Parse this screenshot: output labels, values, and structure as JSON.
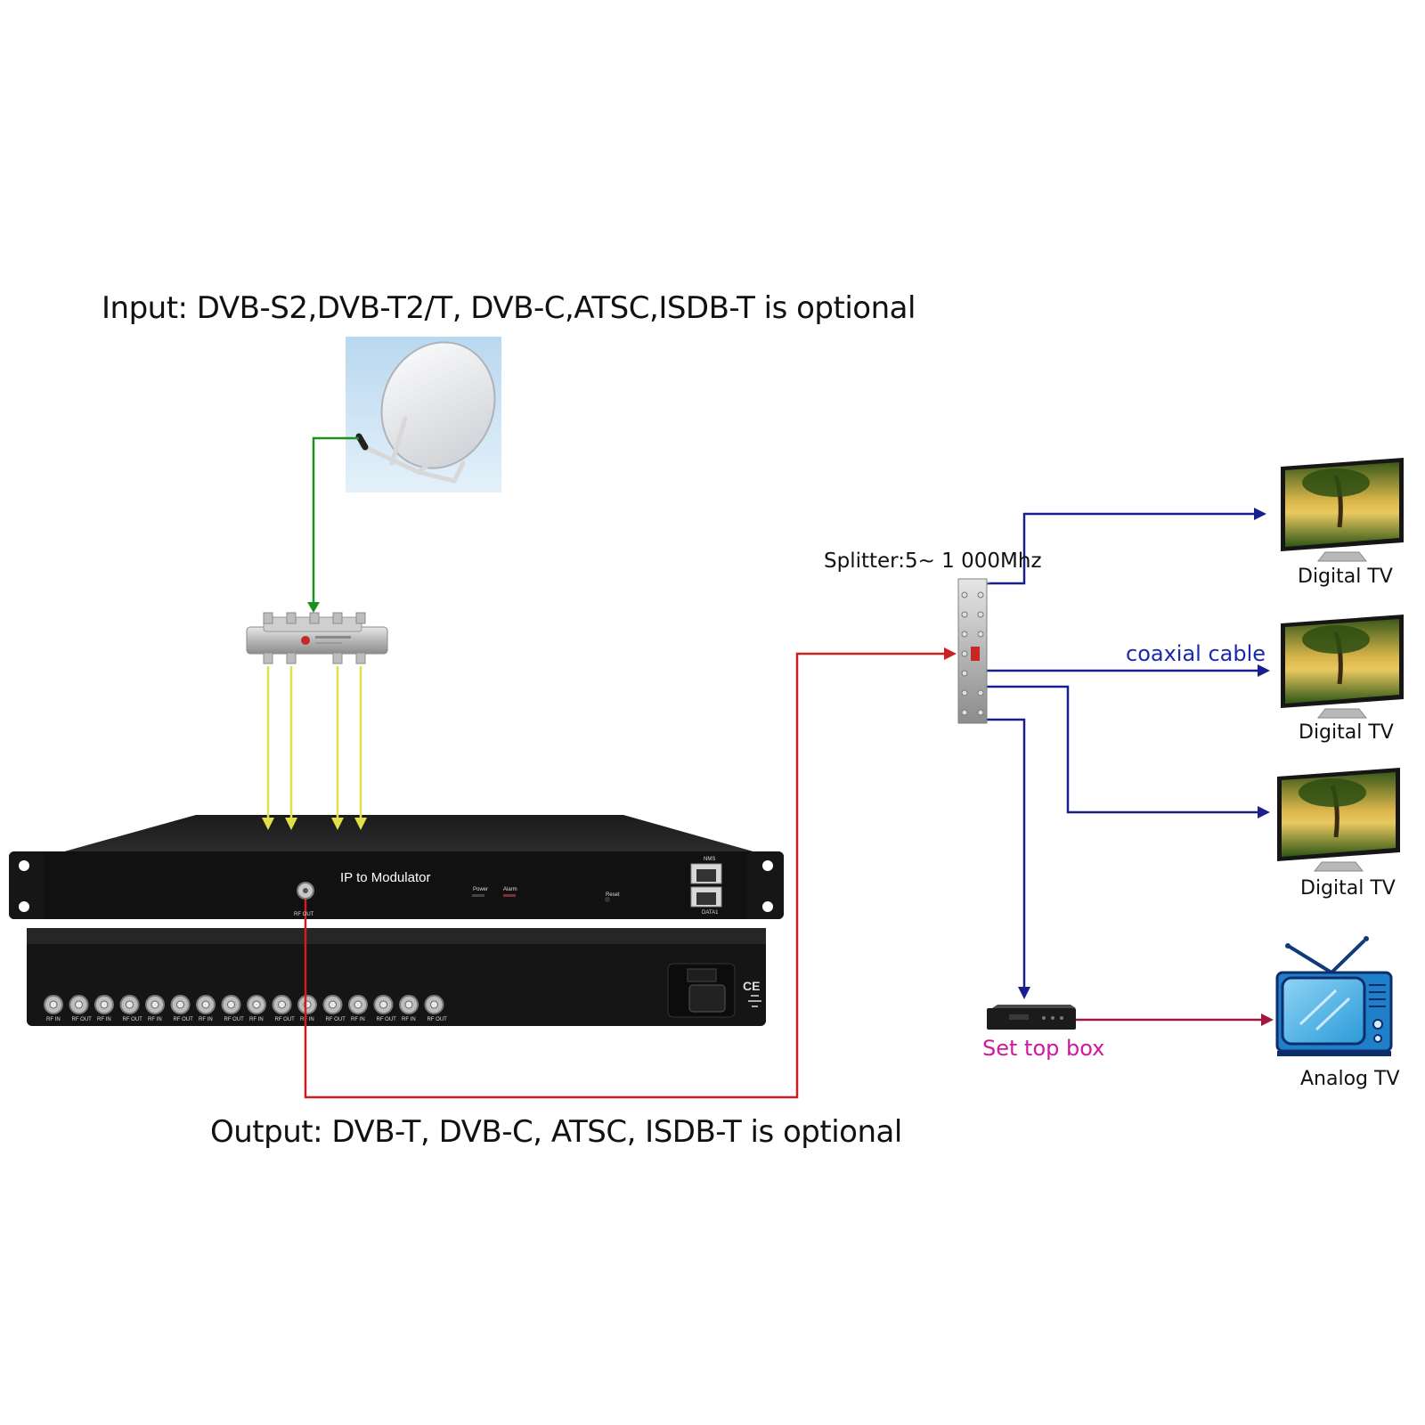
{
  "input_label": "Input: DVB-S2,DVB-T2/T, DVB-C,ATSC,ISDB-T is optional",
  "output_label": "Output: DVB-T, DVB-C, ATSC, ISDB-T is optional",
  "splitter_label": "Splitter:5~ 1 000Mhz",
  "cable_label": "coaxial cable",
  "set_top_box_label": "Set top box",
  "analog_tv_label": "Analog TV",
  "digital_tvs": [
    {
      "label": "Digital TV"
    },
    {
      "label": "Digital TV"
    },
    {
      "label": "Digital TV"
    }
  ],
  "device": {
    "front_title": "IP to Modulator",
    "rf_out": "RF OUT",
    "power": "Power",
    "alarm": "Alarm",
    "reset": "Reset",
    "nms": "NMS",
    "data1": "DATA1",
    "ce_mark": "CE",
    "rear_ports": [
      "RF IN",
      "RF OUT",
      "RF IN",
      "RF OUT",
      "RF IN",
      "RF OUT",
      "RF IN",
      "RF OUT",
      "RF IN",
      "RF OUT",
      "RF IN",
      "RF OUT",
      "RF IN",
      "RF OUT",
      "RF IN",
      "RF OUT"
    ]
  },
  "colors": {
    "satellite_link": "#1f8f1f",
    "splitter_outputs": "#e2e04a",
    "rf_output": "#cc1f1f",
    "coax_distribution": "#1a1f8c",
    "stb_to_tv": "#a01840",
    "stb_label": "#d0189c",
    "cable_label": "#1a2aa8"
  },
  "icons": [
    "satellite-dish-icon",
    "splitter-icon",
    "digital-tv-icon",
    "analog-tv-icon",
    "set-top-box-icon",
    "rj45-port-icon",
    "power-socket-icon"
  ]
}
